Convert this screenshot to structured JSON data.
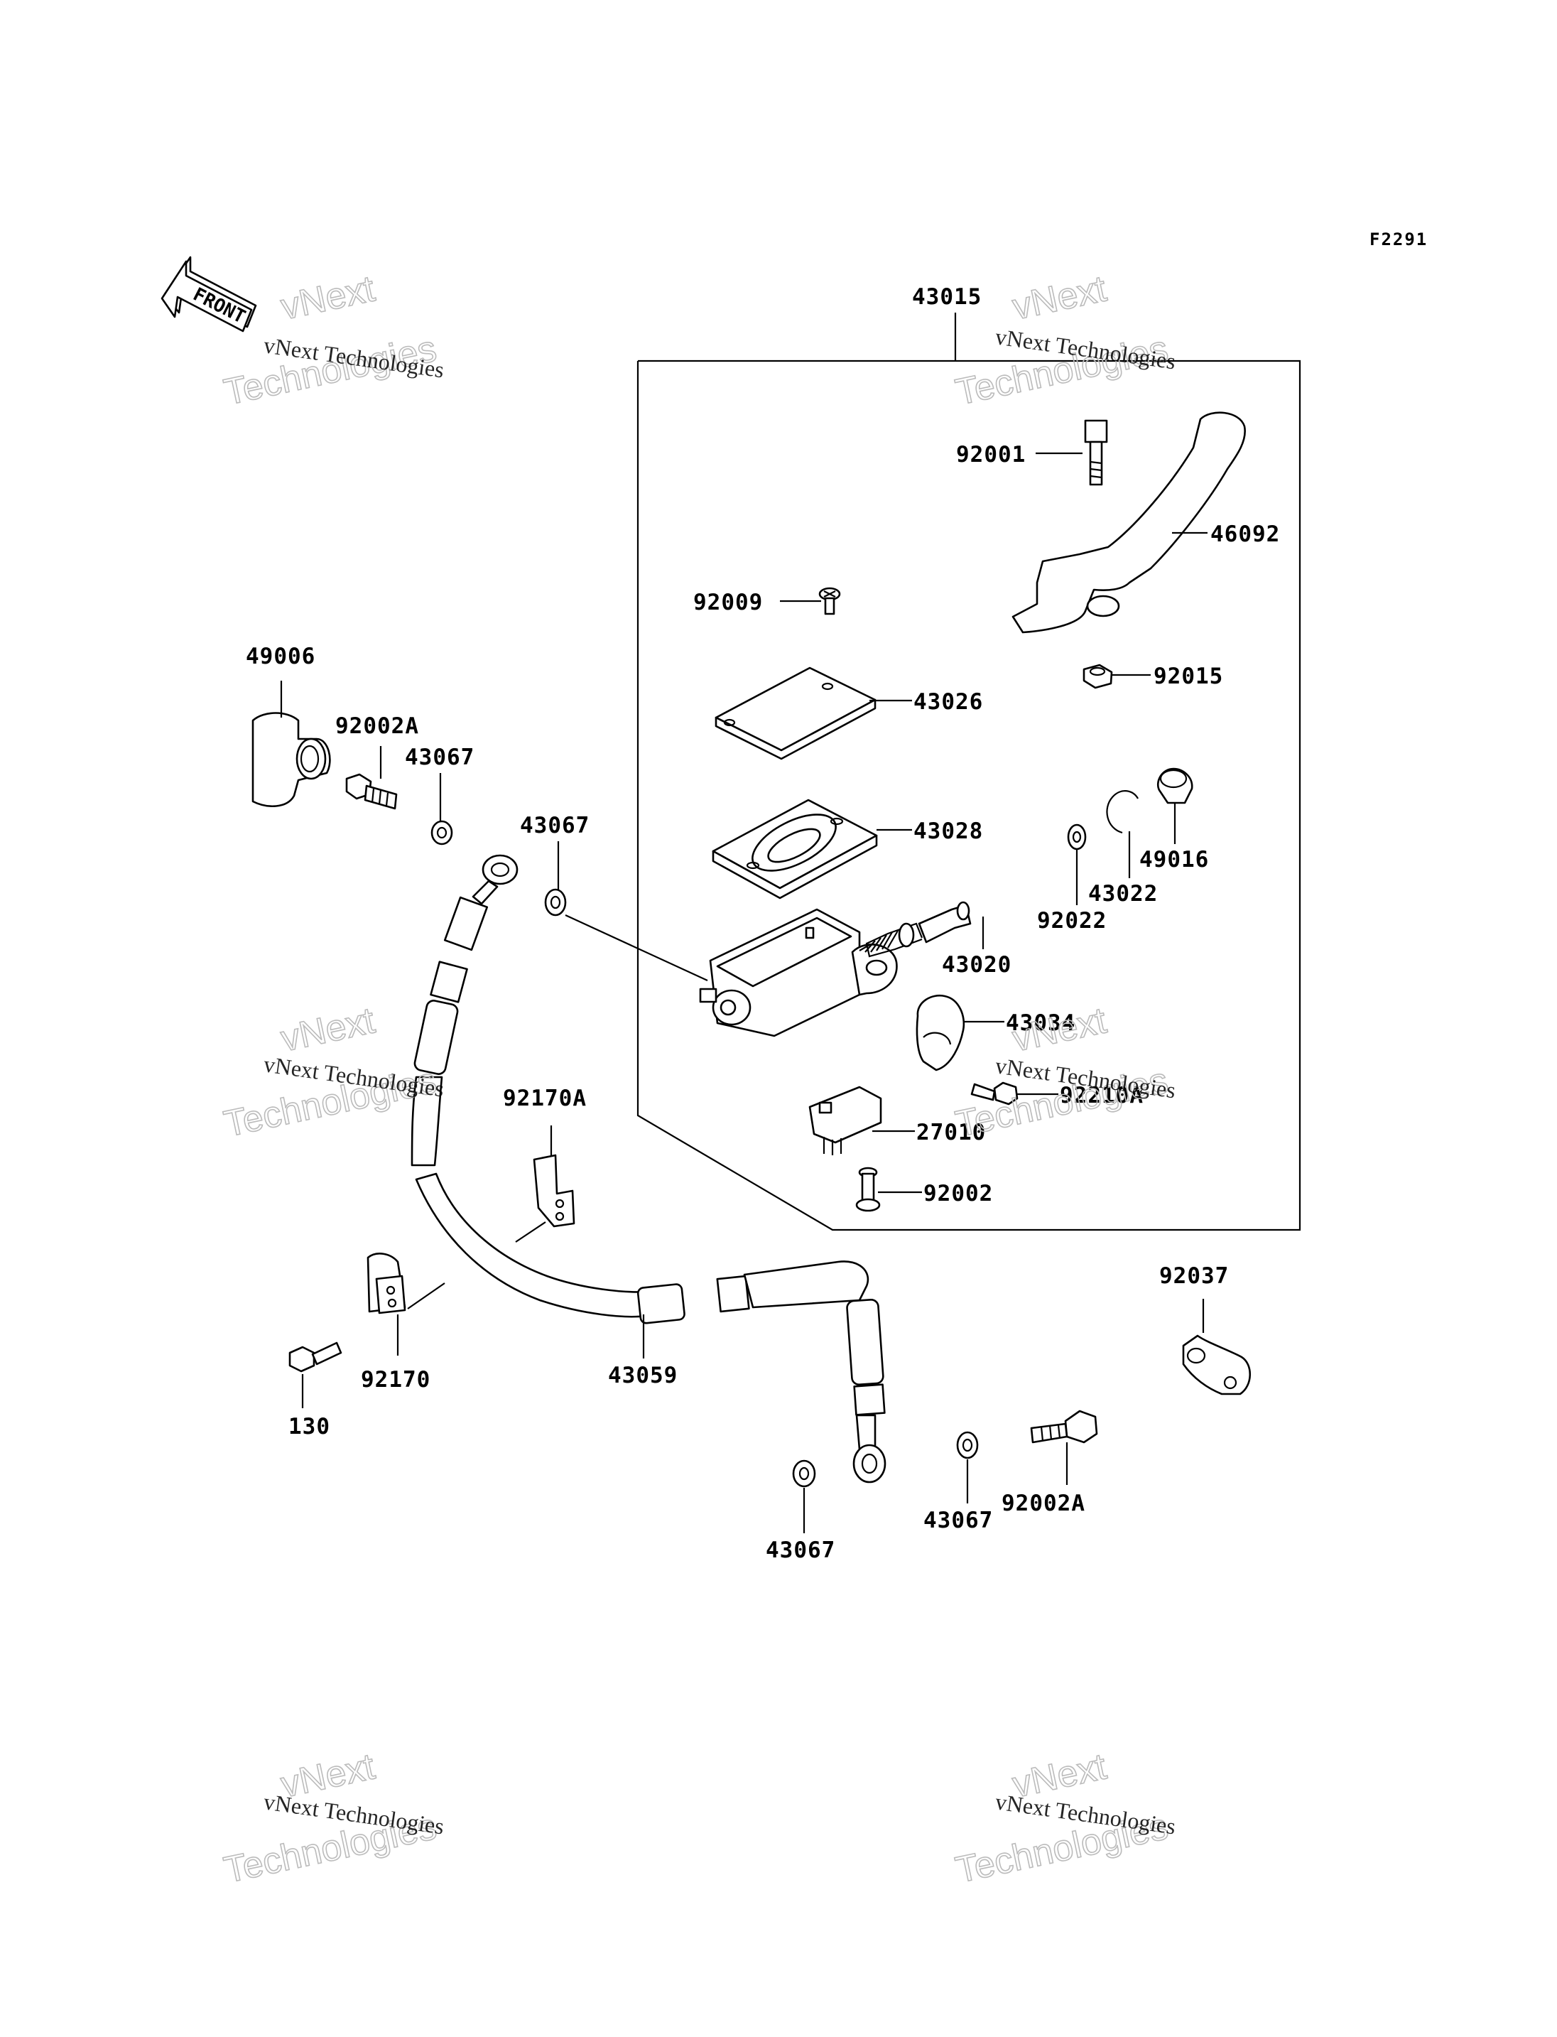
{
  "figure_code": "F2291",
  "direction_label": "FRONT",
  "watermark": {
    "line1": "vNext",
    "line2": "vNext Technologies",
    "line3": "Technologies"
  },
  "parts": [
    {
      "id": "43015"
    },
    {
      "id": "92001"
    },
    {
      "id": "46092"
    },
    {
      "id": "92009"
    },
    {
      "id": "43026"
    },
    {
      "id": "92015"
    },
    {
      "id": "43028"
    },
    {
      "id": "49016"
    },
    {
      "id": "43022"
    },
    {
      "id": "92022"
    },
    {
      "id": "43020"
    },
    {
      "id": "43034"
    },
    {
      "id": "92210A"
    },
    {
      "id": "27010"
    },
    {
      "id": "92002"
    },
    {
      "id": "49006"
    },
    {
      "id": "92002A"
    },
    {
      "id": "43067"
    },
    {
      "id": "43067"
    },
    {
      "id": "92170A"
    },
    {
      "id": "92170"
    },
    {
      "id": "130"
    },
    {
      "id": "43059"
    },
    {
      "id": "43067"
    },
    {
      "id": "43067"
    },
    {
      "id": "92002A"
    },
    {
      "id": "92037"
    }
  ]
}
